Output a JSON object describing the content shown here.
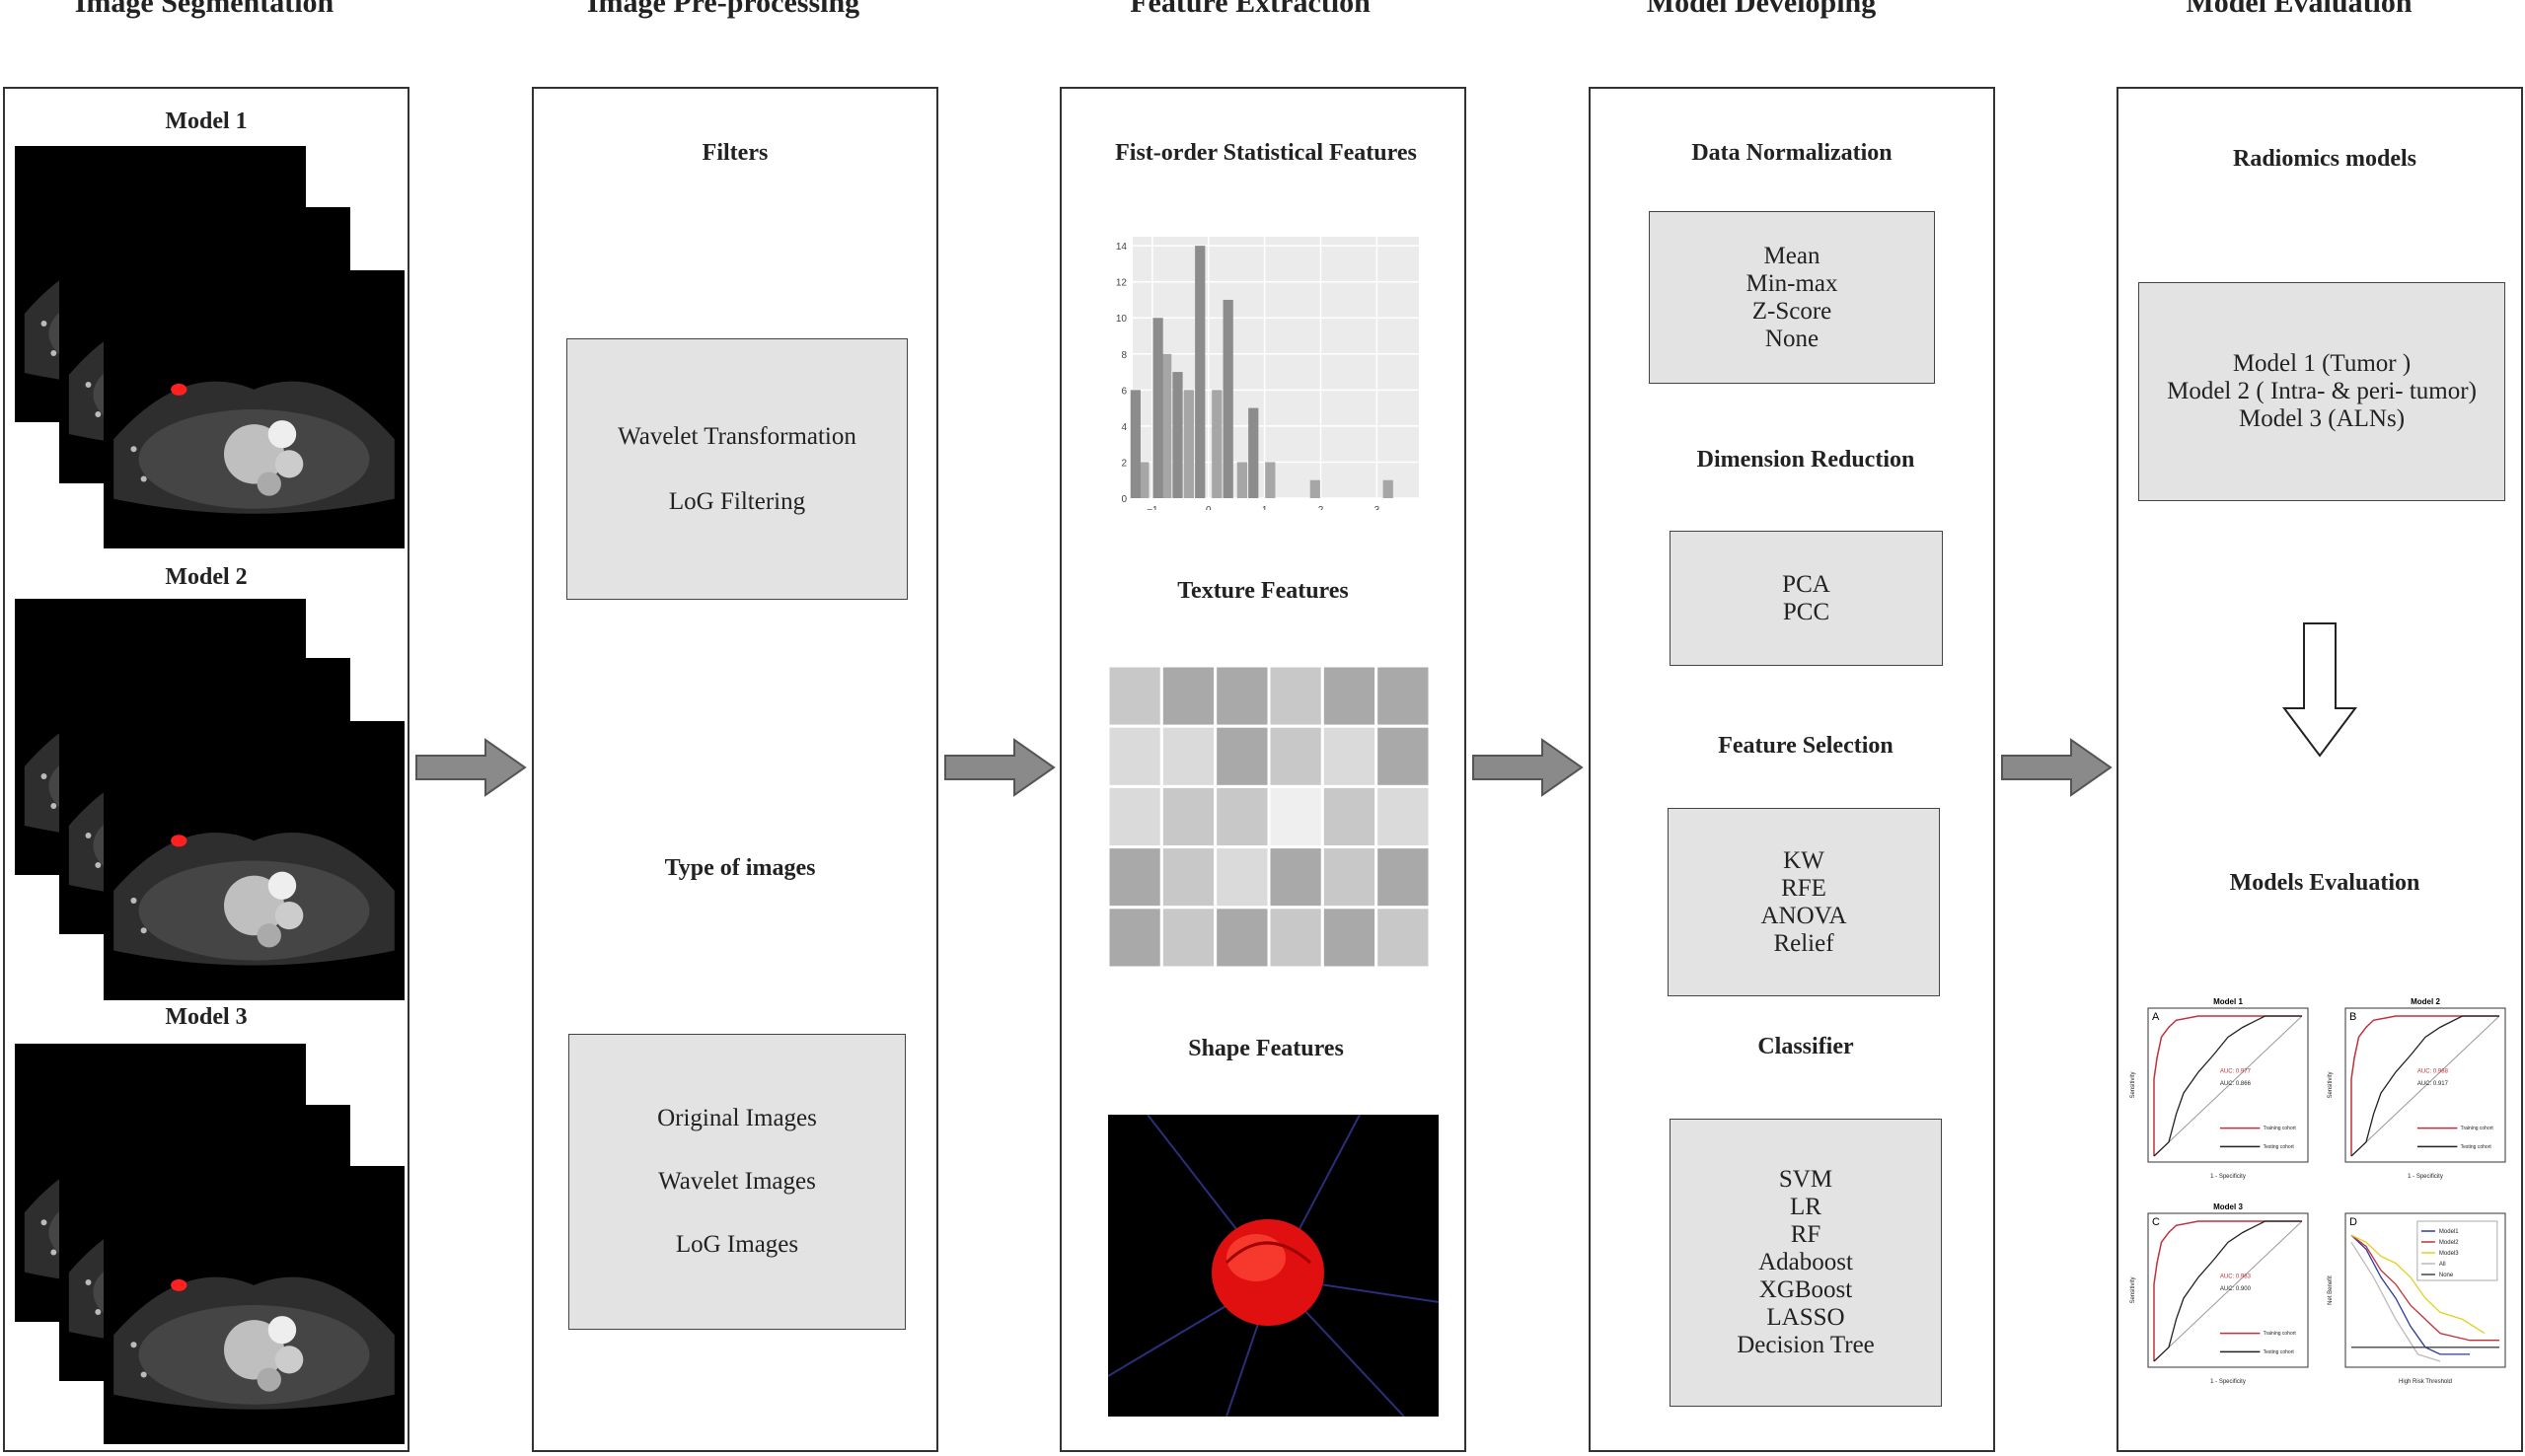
{
  "stages": [
    {
      "title": "Image Segmentation"
    },
    {
      "title": "Image Pre-processing"
    },
    {
      "title": "Feature Extraction"
    },
    {
      "title": "Model Developing"
    },
    {
      "title": "Model Evaluation"
    }
  ],
  "segmentation": {
    "models": [
      "Model 1",
      "Model 2",
      "Model 3"
    ]
  },
  "preprocessing": {
    "filters_title": "Filters",
    "filters": [
      "Wavelet Transformation",
      "LoG Filtering"
    ],
    "types_title": "Type of images",
    "types": [
      "Original Images",
      "Wavelet Images",
      "LoG Images"
    ]
  },
  "extraction": {
    "first_order_title": "Fist-order Statistical Features",
    "texture_title": "Texture Features",
    "shape_title": "Shape Features",
    "histogram": {
      "type": "bar",
      "x_ticks": [
        "−1",
        "0",
        "1",
        "2",
        "3"
      ],
      "y_ticks": [
        "0",
        "2",
        "4",
        "6",
        "8",
        "10",
        "12",
        "14"
      ],
      "ylim": [
        0,
        14.5
      ],
      "xlim": [
        -1.35,
        3.75
      ],
      "series_a": {
        "color": "#8c8c8c",
        "x": [
          -1.3,
          -0.9,
          -0.55,
          -0.15,
          0.35,
          0.8
        ],
        "values": [
          6,
          10,
          7,
          14,
          11,
          5
        ]
      },
      "series_b": {
        "color": "#a6a6a6",
        "x": [
          -1.15,
          -0.75,
          -0.35,
          0.15,
          0.6,
          1.1,
          1.9,
          3.2
        ],
        "values": [
          2,
          8,
          6,
          6,
          2,
          2,
          1,
          1
        ]
      }
    },
    "texture_grid": [
      [
        "#c8c8c8",
        "#a9a9a9",
        "#a9a9a9",
        "#c8c8c8",
        "#a9a9a9",
        "#a9a9a9"
      ],
      [
        "#dadada",
        "#dadada",
        "#a9a9a9",
        "#c8c8c8",
        "#dadada",
        "#a9a9a9"
      ],
      [
        "#dadada",
        "#c8c8c8",
        "#c8c8c8",
        "#efefef",
        "#c8c8c8",
        "#dadada"
      ],
      [
        "#a9a9a9",
        "#c8c8c8",
        "#dadada",
        "#a9a9a9",
        "#c8c8c8",
        "#a9a9a9"
      ],
      [
        "#a9a9a9",
        "#c8c8c8",
        "#a9a9a9",
        "#c8c8c8",
        "#a9a9a9",
        "#c8c8c8"
      ]
    ]
  },
  "developing": {
    "norm_title": "Data Normalization",
    "norm": [
      "Mean",
      "Min-max",
      "Z-Score",
      "None"
    ],
    "dim_title": "Dimension Reduction",
    "dim": [
      "PCA",
      "PCC"
    ],
    "sel_title": "Feature Selection",
    "sel": [
      "KW",
      "RFE",
      "ANOVA",
      "Relief"
    ],
    "clf_title": "Classifier",
    "clf": [
      "SVM",
      "LR",
      "RF",
      "Adaboost",
      "XGBoost",
      "LASSO",
      "Decision Tree"
    ]
  },
  "evaluation": {
    "radiomics_title": "Radiomics models",
    "models": [
      "Model 1 (Tumor )",
      "Model 2 ( Intra- & peri- tumor)",
      "Model 3 (ALNs)"
    ],
    "eval_title": "Models Evaluation",
    "roc_panels": [
      {
        "letter": "A",
        "title": "Model 1",
        "auc1": "AUC: 0.977",
        "auc2": "AUC: 0.866"
      },
      {
        "letter": "B",
        "title": "Model 2",
        "auc1": "AUC: 0.988",
        "auc2": "AUC: 0.917"
      },
      {
        "letter": "C",
        "title": "Model 3",
        "auc1": "AUC: 0.983",
        "auc2": "AUC: 0.900"
      },
      {
        "letter": "D",
        "title": "",
        "auc1": "",
        "auc2": ""
      }
    ],
    "roc_legend": [
      "Training cohort",
      "Testing cohort"
    ],
    "roc_xlabel": "1 - Specificity",
    "roc_ylabel": "Sensitivity",
    "dca_legend": [
      "Model1",
      "Model2",
      "Model3",
      "All",
      "None"
    ],
    "dca_xlabel": "High Risk Threshold",
    "dca_ylabel": "Net Benefit"
  },
  "colors": {
    "box_fill": "#e3e3e3",
    "arrow": "#8a8a8a",
    "lesion": "#ff2020"
  }
}
